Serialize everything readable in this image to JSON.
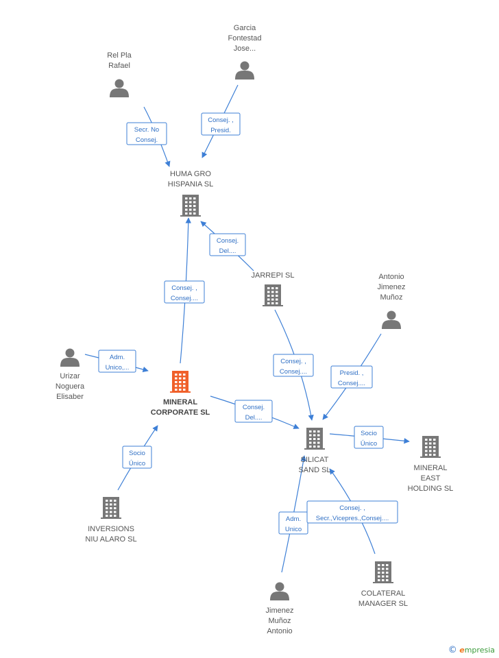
{
  "colors": {
    "person": "#777777",
    "company": "#777777",
    "company_main": "#f0602a",
    "edge": "#3d7fd6",
    "edge_text": "#2f6fc4"
  },
  "nodes": [
    {
      "id": "rel-pla",
      "type": "person",
      "label": [
        "Rel Pla",
        "Rafael"
      ]
    },
    {
      "id": "garcia",
      "type": "person",
      "label": [
        "Garcia",
        "Fontestad",
        "Jose..."
      ]
    },
    {
      "id": "huma",
      "type": "company",
      "label": [
        "HUMA GRO",
        "HISPANIA SL"
      ]
    },
    {
      "id": "jarrepi",
      "type": "company",
      "label": [
        "JARREPI SL"
      ]
    },
    {
      "id": "antonio",
      "type": "person",
      "label": [
        "Antonio",
        "Jimenez",
        "Muñoz"
      ]
    },
    {
      "id": "urizar",
      "type": "person",
      "label": [
        "Urizar",
        "Noguera",
        "Elisaber"
      ]
    },
    {
      "id": "mineral",
      "type": "company_main",
      "label": [
        "MINERAL",
        "CORPORATE SL"
      ]
    },
    {
      "id": "silicat",
      "type": "company",
      "label": [
        "SILICAT",
        "SAND SL"
      ]
    },
    {
      "id": "east",
      "type": "company",
      "label": [
        "MINERAL",
        "EAST",
        "HOLDING  SL"
      ]
    },
    {
      "id": "inversions",
      "type": "company",
      "label": [
        "INVERSIONS",
        "NIU ALARO SL"
      ]
    },
    {
      "id": "colateral",
      "type": "company",
      "label": [
        "COLATERAL",
        "MANAGER SL"
      ]
    },
    {
      "id": "jimenez",
      "type": "person",
      "label": [
        "Jimenez",
        "Muñoz",
        "Antonio"
      ]
    }
  ],
  "edges": [
    {
      "id": "e1",
      "from": "rel-pla",
      "to": "huma",
      "label": [
        "Secr.  No",
        "Consej."
      ]
    },
    {
      "id": "e2",
      "from": "garcia",
      "to": "huma",
      "label": [
        "Consej. ,",
        "Presid."
      ]
    },
    {
      "id": "e3",
      "from": "jarrepi",
      "to": "huma",
      "label": [
        "Consej.",
        "Del...."
      ]
    },
    {
      "id": "e4",
      "from": "mineral",
      "to": "huma",
      "label": [
        "Consej. ,",
        "Consej...."
      ]
    },
    {
      "id": "e5",
      "from": "urizar",
      "to": "mineral",
      "label": [
        "Adm.",
        "Unico,..."
      ]
    },
    {
      "id": "e6",
      "from": "mineral",
      "to": "silicat",
      "label": [
        "Consej.",
        "Del...."
      ]
    },
    {
      "id": "e7",
      "from": "jarrepi",
      "to": "silicat",
      "label": [
        "Consej. ,",
        "Consej...."
      ]
    },
    {
      "id": "e8",
      "from": "antonio",
      "to": "silicat",
      "label": [
        "Presid. ,",
        "Consej...."
      ]
    },
    {
      "id": "e9",
      "from": "silicat",
      "to": "east",
      "label": [
        "Socio",
        "Único"
      ]
    },
    {
      "id": "e10",
      "from": "inversions",
      "to": "mineral",
      "label": [
        "Socio",
        "Único"
      ]
    },
    {
      "id": "e11",
      "from": "jimenez",
      "to": "silicat",
      "label": [
        "Adm.",
        "Unico"
      ]
    },
    {
      "id": "e12",
      "from": "colateral",
      "to": "silicat",
      "label": [
        "Consej. ,",
        "Secr.,Vicepres.,Consej...."
      ]
    }
  ],
  "brand": {
    "symbol": "©",
    "initial": "e",
    "rest": "mpresia"
  }
}
